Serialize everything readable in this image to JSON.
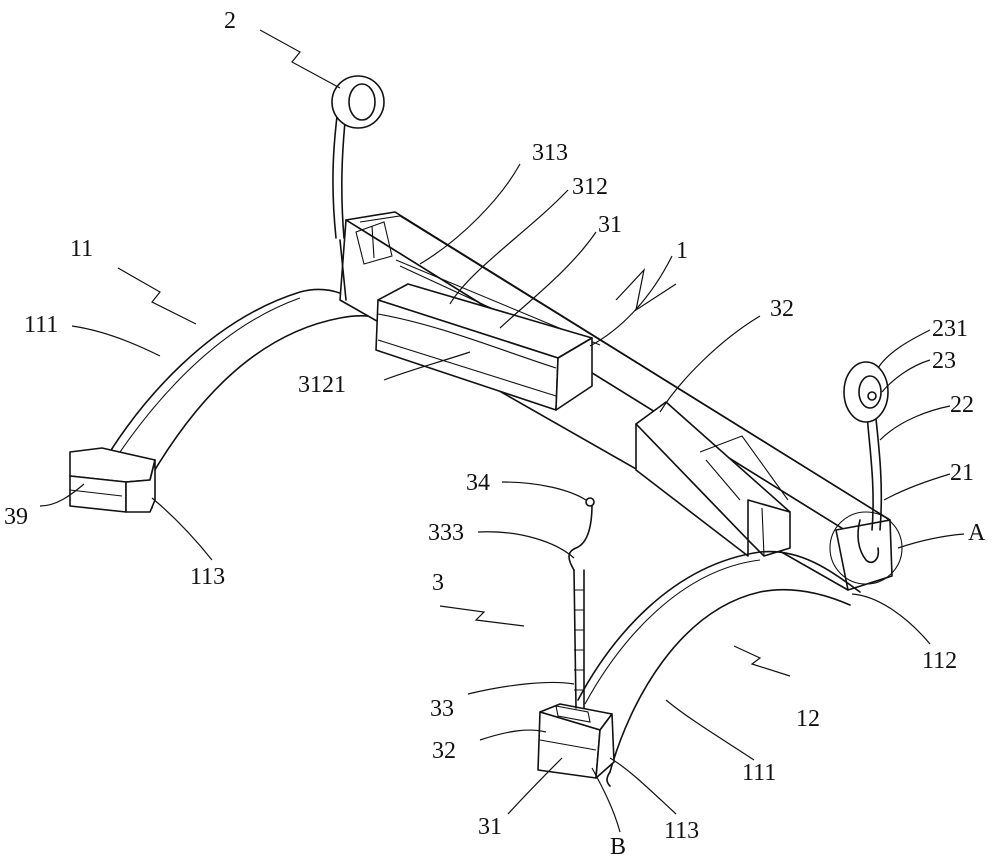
{
  "labels": {
    "l_2": "2",
    "l_313": "313",
    "l_312": "312",
    "l_31_top": "31",
    "l_1": "1",
    "l_11": "11",
    "l_111_left": "111",
    "l_32_right": "32",
    "l_231": "231",
    "l_23": "23",
    "l_22": "22",
    "l_21": "21",
    "l_A": "A",
    "l_3121": "3121",
    "l_39": "39",
    "l_113_left": "113",
    "l_34": "34",
    "l_333": "333",
    "l_3": "3",
    "l_112": "112",
    "l_12": "12",
    "l_33": "33",
    "l_111_bottom": "111",
    "l_32_bottom": "32",
    "l_31_bottom": "31",
    "l_B": "B",
    "l_113_bottom": "113"
  }
}
